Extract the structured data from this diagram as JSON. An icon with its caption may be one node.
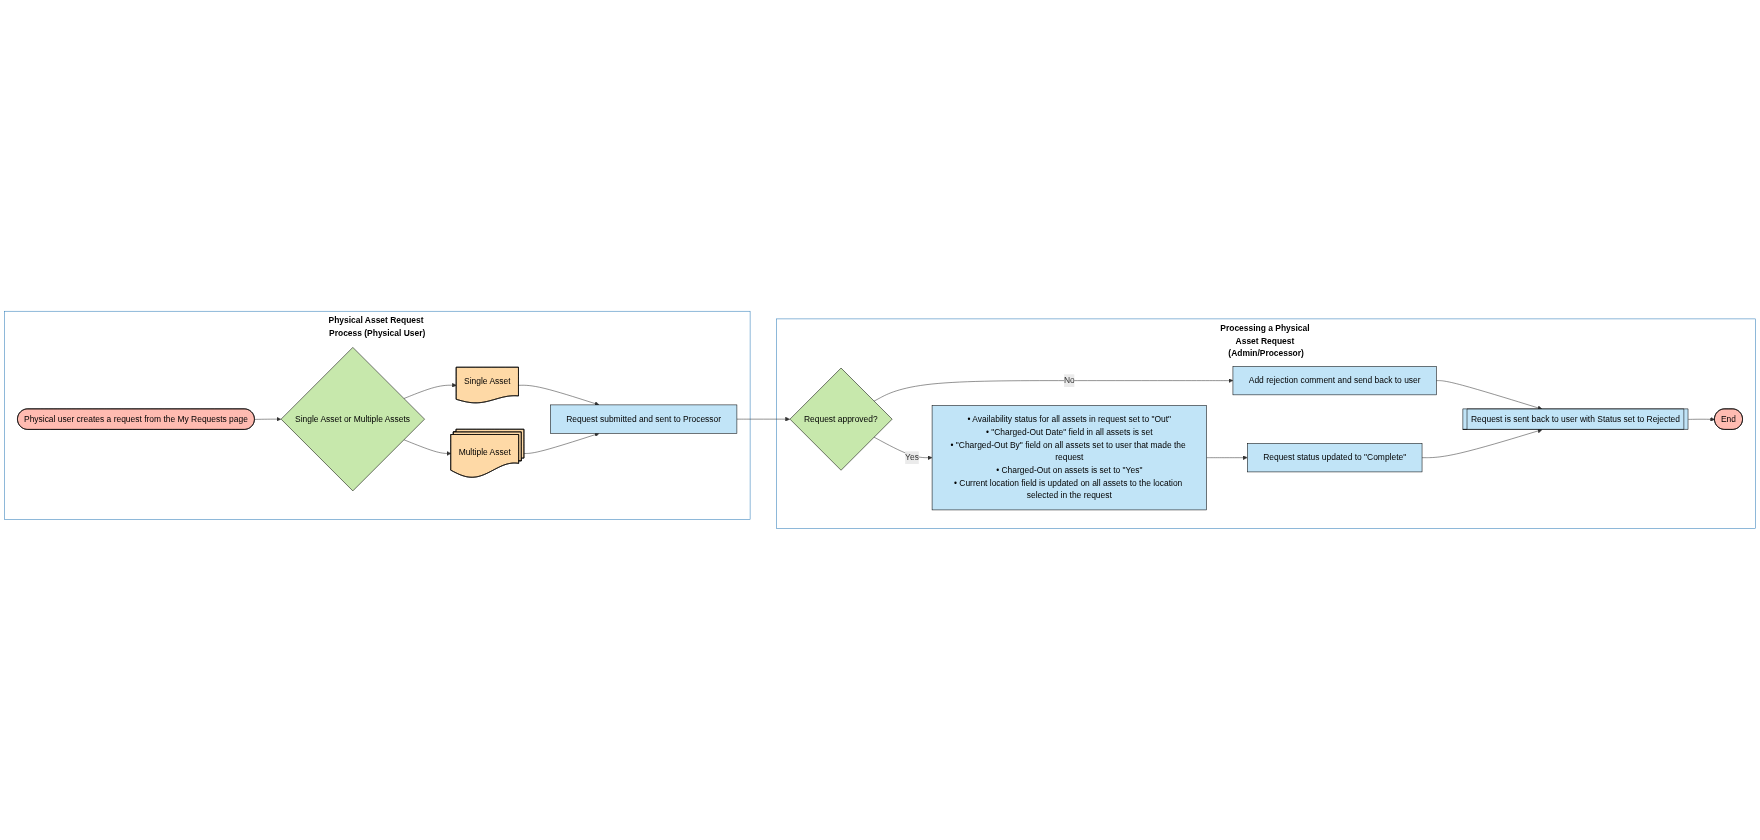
{
  "diagram": {
    "nodes": [
      {
        "text": [
          "Physical Asset Request Process (Physical User)"
        ]
      },
      {
        "text": [
          "Physical user creates a request from the My Requests page"
        ],
        "in": 0
      },
      {
        "text": [
          "Single Asset or Multiple Assets"
        ],
        "in": 0
      },
      {
        "text": [
          "Single Asset"
        ],
        "in": 0
      },
      {
        "text": [
          "Multiple Asset"
        ],
        "in": 0
      },
      {
        "text": [
          "Request submitted and sent to Processor"
        ],
        "in": 0
      },
      {
        "text": [
          "Processing a Physical Asset Request (Admin/Processor)"
        ]
      },
      {
        "text": [
          "Request approved?"
        ],
        "in": 6
      },
      {
        "text": [
          "Add rejection comment and send back to user"
        ],
        "in": 6
      },
      {
        "text": [
          "Request is sent back to user with Status set to Rejected"
        ],
        "in": 6
      },
      {
        "text": [
          "End"
        ],
        "in": 6
      },
      {
        "text": [
          "• Availability status for all assets in request set to \"Out\"",
          "• \"Charged-Out Date\" field in all assets is set",
          "• \"Charged-Out By\" field on all assets set to user that made the request",
          "• Charged-Out on assets is set to \"Yes\"",
          "• Current location field is updated on all assets to the location selected in the request"
        ],
        "in": 6
      },
      {
        "text": [
          "Request status updated to \"Complete\""
        ],
        "in": 6
      }
    ],
    "edges": [
      {
        "from": 1,
        "to": 2,
        "arrow": "to"
      },
      {
        "from": 2,
        "to": 3,
        "arrow": "to"
      },
      {
        "from": 2,
        "to": 4,
        "arrow": "to"
      },
      {
        "from": 3,
        "to": 5,
        "arrow": "to"
      },
      {
        "from": 4,
        "to": 5,
        "arrow": "to"
      },
      {
        "from": 5,
        "to": 7,
        "arrow": "to"
      },
      {
        "from": 7,
        "to": 8,
        "label": "No",
        "arrow": "to"
      },
      {
        "from": 8,
        "to": 9,
        "arrow": "to"
      },
      {
        "from": 7,
        "to": 11,
        "label": "Yes",
        "arrow": "to"
      },
      {
        "from": 11,
        "to": 12,
        "arrow": "to"
      },
      {
        "from": 12,
        "to": 9,
        "arrow": "to"
      },
      {
        "from": 9,
        "to": 10,
        "arrow": "to"
      }
    ]
  }
}
